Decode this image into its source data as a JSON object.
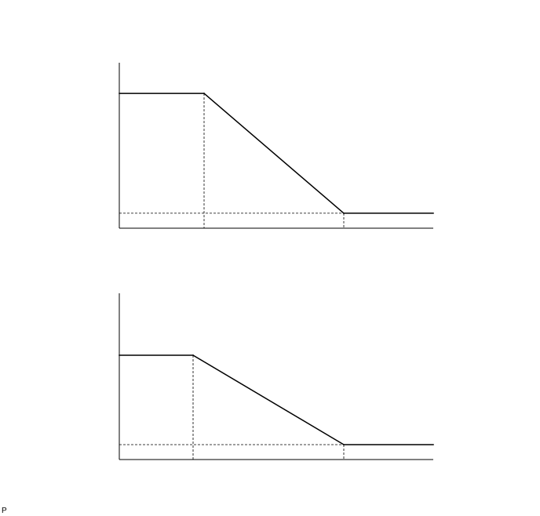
{
  "corner_label": "P",
  "colors": {
    "line": "#000000",
    "guide": "#000000",
    "background": "#ffffff"
  },
  "chart_data": [
    {
      "type": "line",
      "title": "",
      "xlabel": "",
      "ylabel": "",
      "grid": false,
      "x": [
        0,
        0.27,
        0.715,
        1.0
      ],
      "series": [
        {
          "values": [
            0.9,
            0.9,
            0.1,
            0.1
          ]
        }
      ],
      "xlim": [
        0,
        1
      ],
      "ylim": [
        0,
        1.1
      ],
      "guides": [
        {
          "kind": "vertical",
          "x": 0.27,
          "y_to": 0.9
        },
        {
          "kind": "vertical",
          "x": 0.715,
          "y_to": 0.1
        },
        {
          "kind": "horizontal",
          "y": 0.1,
          "x_to": 0.715
        }
      ]
    },
    {
      "type": "line",
      "title": "",
      "xlabel": "",
      "ylabel": "",
      "grid": false,
      "x": [
        0,
        0.235,
        0.715,
        1.0
      ],
      "series": [
        {
          "values": [
            0.7,
            0.7,
            0.1,
            0.1
          ]
        }
      ],
      "xlim": [
        0,
        1
      ],
      "ylim": [
        0,
        1.1
      ],
      "guides": [
        {
          "kind": "vertical",
          "x": 0.235,
          "y_to": 0.7
        },
        {
          "kind": "vertical",
          "x": 0.715,
          "y_to": 0.1
        },
        {
          "kind": "horizontal",
          "y": 0.1,
          "x_to": 0.715
        }
      ]
    }
  ]
}
